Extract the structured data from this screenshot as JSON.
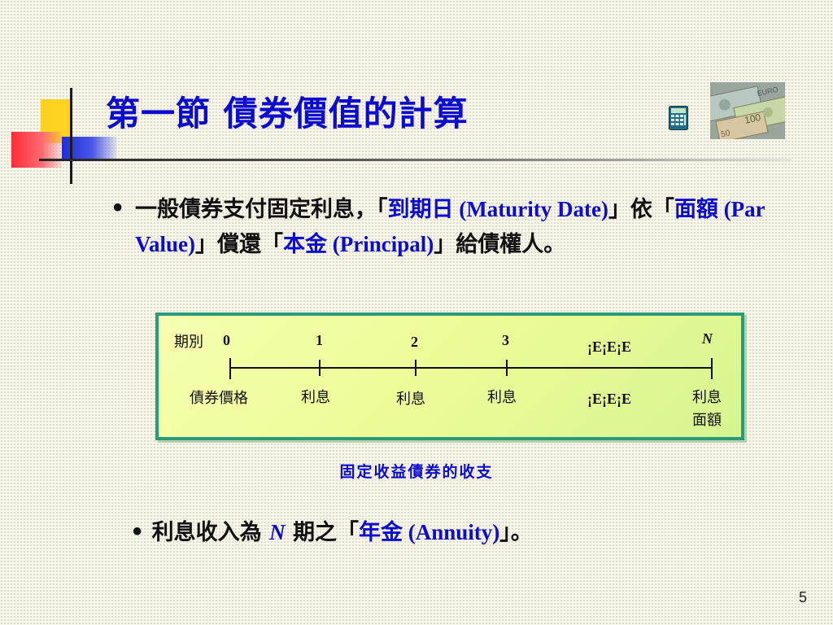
{
  "slide": {
    "title": "第一節  債券價值的計算",
    "page_number": "5",
    "bullet1": {
      "marker": "•",
      "p1": "一般債券支付固定利息，「",
      "b1": "到期日",
      "e1": " (Maturity Date)",
      "p2": "」依「",
      "b2": "面額",
      "e2": " (Par Value)",
      "p3": "」償還「",
      "b3": "本金",
      "e3": " (Principal)",
      "p4": "」給債權人。"
    },
    "timeline": {
      "period_label": "期別",
      "ticks": [
        "0",
        "1",
        "2",
        "3",
        "¡E¡E¡E",
        "N"
      ],
      "bottom_labels": [
        "債券價格",
        "利息",
        "利息",
        "利息",
        "¡E¡E¡E",
        "利息",
        "面額"
      ]
    },
    "caption": "固定收益債券的收支",
    "bullet2": {
      "marker": "•",
      "p1": "利息收入為 ",
      "n": "N",
      "p2": " 期之「",
      "b1": "年金",
      "e1": " (Annuity)",
      "p3": "」。"
    },
    "icons": {
      "calculator": "calculator-icon",
      "money": "money-banknotes-image"
    },
    "colors": {
      "title": "#0b0bd0",
      "accent_blue": "#0b0bd0",
      "box_border": "#2a9a78",
      "box_fill": "#eefc98"
    }
  }
}
